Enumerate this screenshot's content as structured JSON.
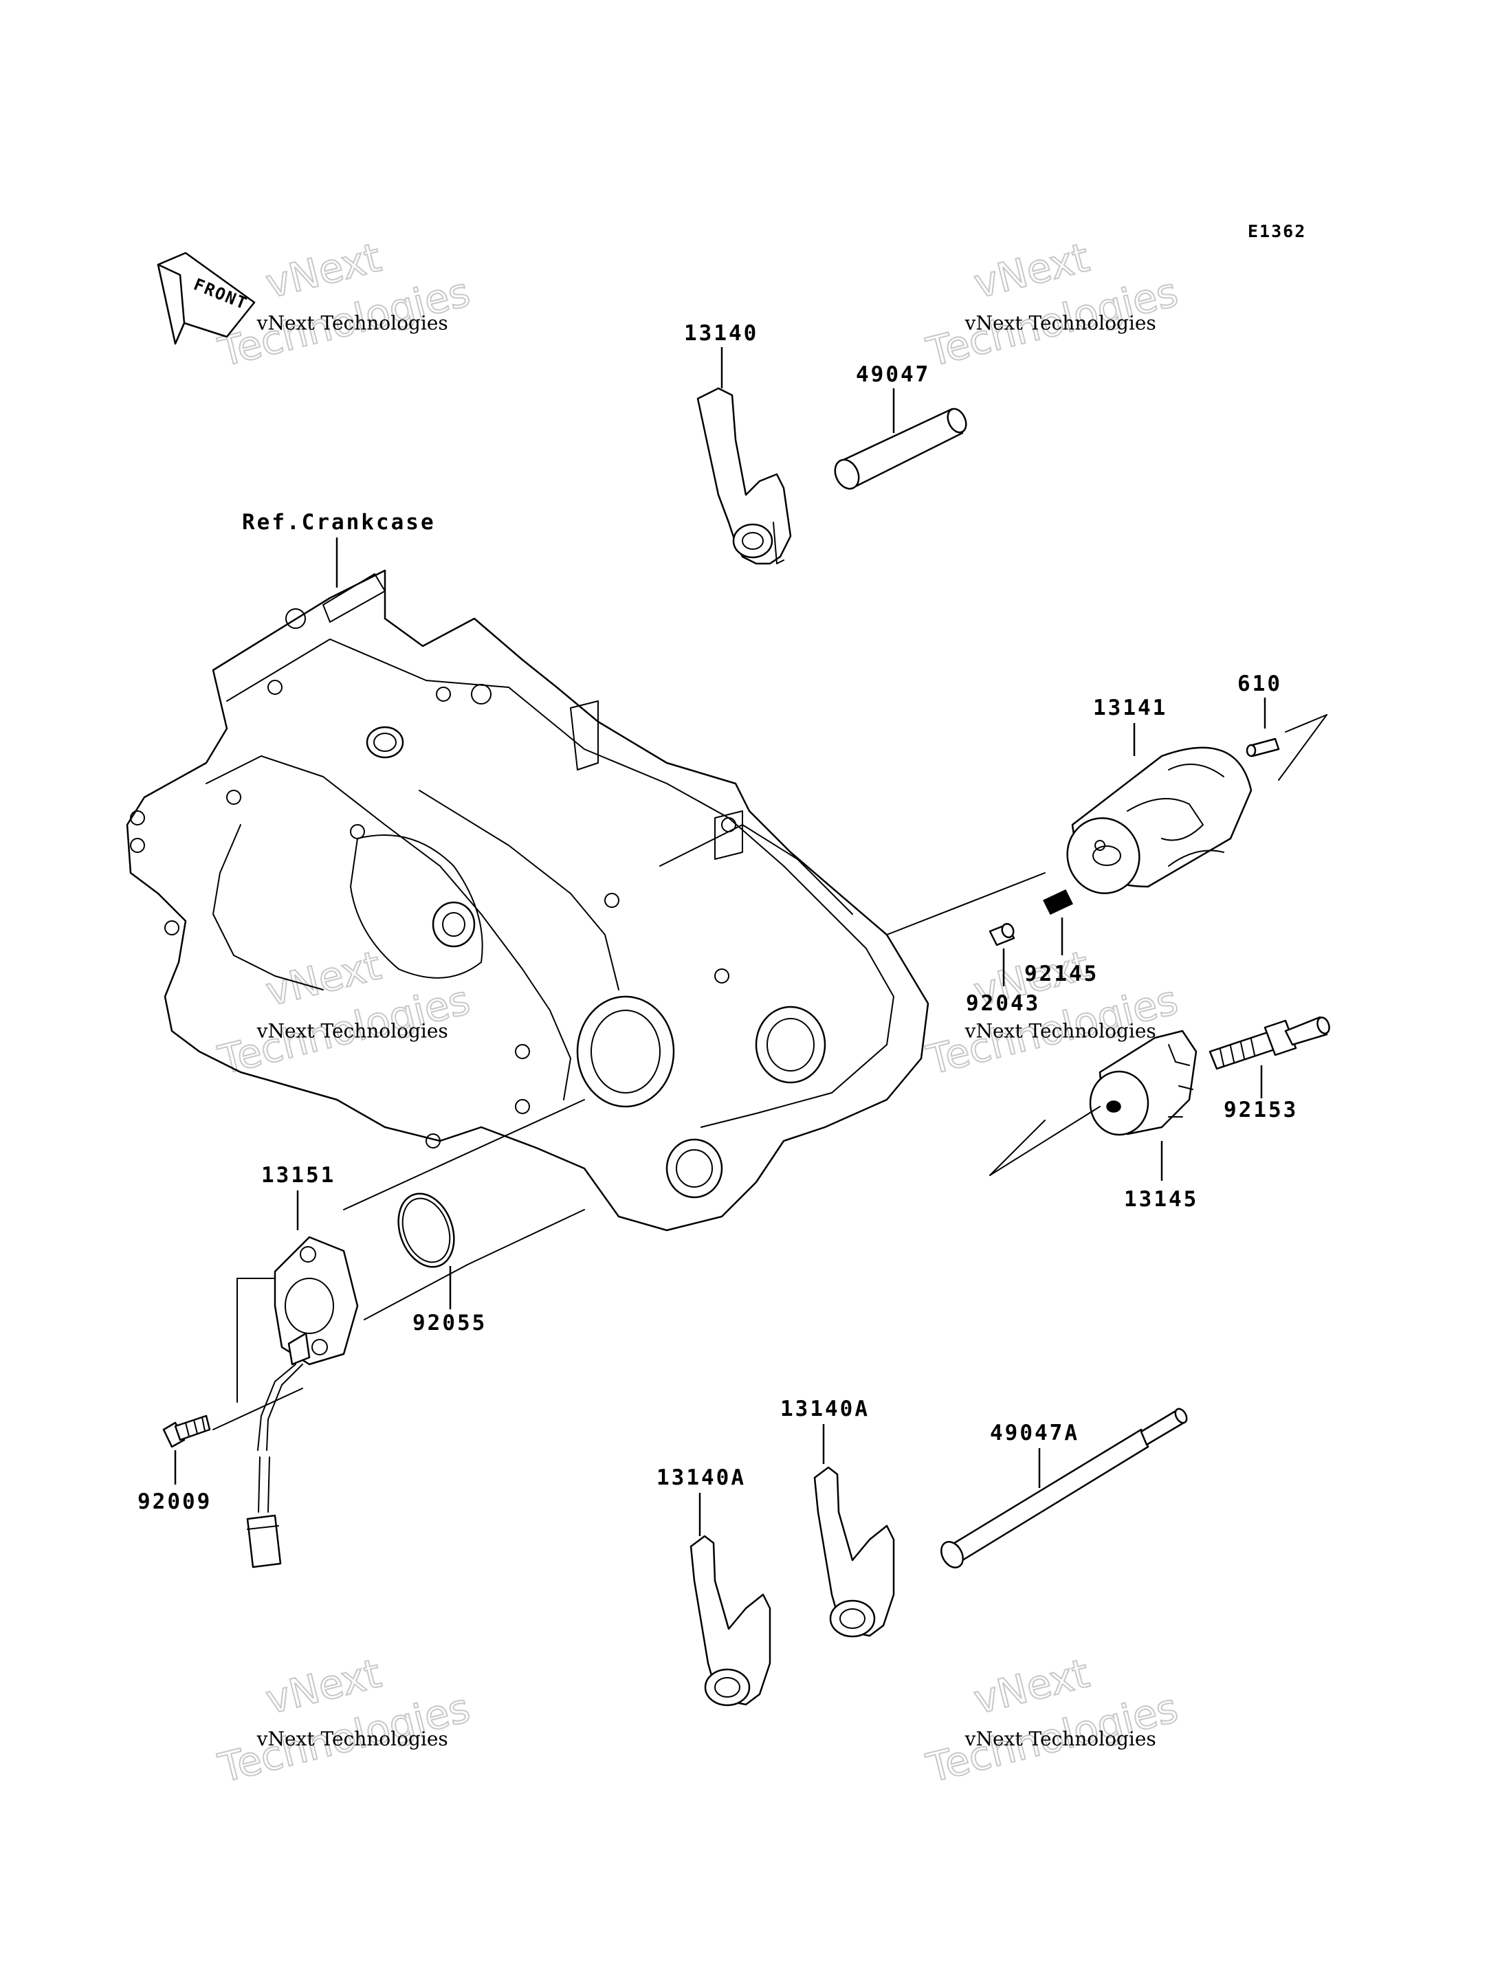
{
  "diagram_code": "E1362",
  "front_arrow_label": "FRONT",
  "reference_label": "Ref.Crankcase",
  "part_labels": {
    "p13140": "13140",
    "p49047": "49047",
    "p13141": "13141",
    "p610": "610",
    "p92145": "92145",
    "p92043": "92043",
    "p92153": "92153",
    "p13145": "13145",
    "p13151": "13151",
    "p92055": "92055",
    "p92009": "92009",
    "p13140A_right": "13140A",
    "p13140A_left": "13140A",
    "p49047A": "49047A"
  },
  "watermark": {
    "line_small": "vNext Technologies",
    "line_big_1": "vNext",
    "line_big_2": "Technologies"
  }
}
